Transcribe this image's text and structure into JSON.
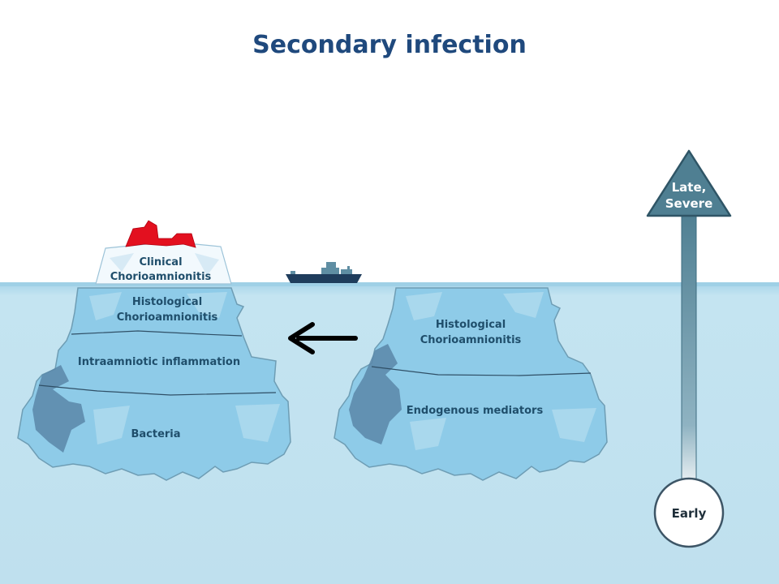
{
  "title": "Secondary infection",
  "left_iceberg": {
    "tip": [
      "Clinical",
      "Chorioamnionitis"
    ],
    "layer1": [
      "Histological",
      "Chorioamnionitis"
    ],
    "layer2": "Intraamniotic inflammation",
    "layer3": "Bacteria"
  },
  "right_iceberg": {
    "layer1": [
      "Histological",
      "Chorioamnionitis"
    ],
    "layer2": "Endogenous mediators"
  },
  "severity_scale": {
    "top": [
      "Late,",
      "Severe"
    ],
    "bottom": "Early"
  },
  "icons": [
    "ship-icon",
    "left-arrow-icon"
  ],
  "colors": {
    "title": "#1f497d",
    "water": "#bfe0ee",
    "ice": "#8ecbe8",
    "ice_dark": "#5b87a8",
    "tip_red": "#e3101f",
    "scale": "#4f7f92"
  }
}
